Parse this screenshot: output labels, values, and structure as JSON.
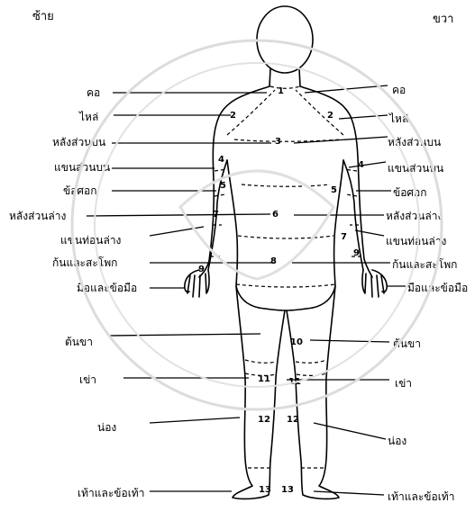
{
  "diagram": {
    "side_left": "ซ้าย",
    "side_right": "ขวา",
    "left_labels": [
      "คอ",
      "ไหล่",
      "หลังส่วนบน",
      "แขนส่วนบน",
      "ข้อศอก",
      "หลังส่วนล่าง",
      "แขนท่อนล่าง",
      "ก้นและสะโพก",
      "มือและข้อมือ",
      "ต้นขา",
      "เข่า",
      "น่อง",
      "เท้าและข้อเท้า"
    ],
    "right_labels": [
      "คอ",
      "ไหล่",
      "หลังส่วนบน",
      "แขนส่วนบน",
      "ข้อศอก",
      "หลังส่วนล่าง",
      "แขนท่อนล่าง",
      "ก้นและสะโพก",
      "มือและข้อมือ",
      "ต้นขา",
      "เข่า",
      "น่อง",
      "เท้าและข้อเท้า"
    ],
    "region_numbers": [
      "1",
      "2",
      "2",
      "3",
      "4",
      "4",
      "5",
      "5",
      "6",
      "7",
      "7",
      "8",
      "9",
      "9",
      "10",
      "11",
      "11",
      "12",
      "12",
      "13",
      "13"
    ]
  },
  "colors": {
    "ink": "#000000",
    "watermark": "#d9d9d9"
  }
}
